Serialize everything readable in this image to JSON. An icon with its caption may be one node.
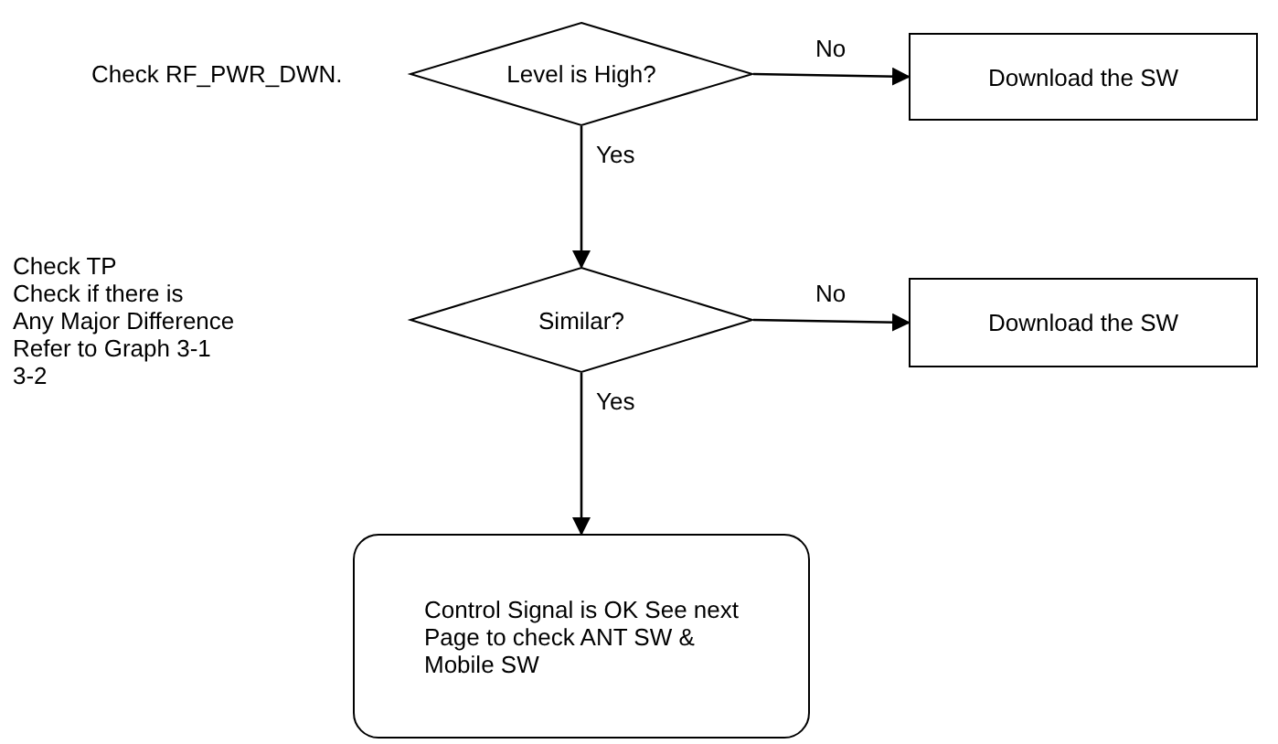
{
  "diagram": {
    "nodes": [
      {
        "text": [
          "Level is High?"
        ],
        "beside": [
          "Check RF_PWR_DWN."
        ]
      },
      {
        "text": [
          "Download the SW"
        ]
      },
      {
        "text": [
          "Similar?"
        ],
        "beside": [
          "Check TP",
          "Check if there is",
          "Any Major Difference",
          "Refer to Graph 3-1",
          "3-2"
        ]
      },
      {
        "text": [
          "Download the SW"
        ]
      },
      {
        "text": [
          "Control Signal is OK See next Page to check ANT SW & Mobile SW"
        ]
      }
    ],
    "edges": [
      {
        "from": 0,
        "to": 1,
        "arrow": "to",
        "label": "No"
      },
      {
        "from": 0,
        "to": 2,
        "arrow": "to",
        "label": "Yes"
      },
      {
        "from": 2,
        "to": 3,
        "arrow": "to",
        "label": "No"
      },
      {
        "from": 2,
        "to": 4,
        "arrow": "to",
        "label": "Yes"
      }
    ]
  }
}
